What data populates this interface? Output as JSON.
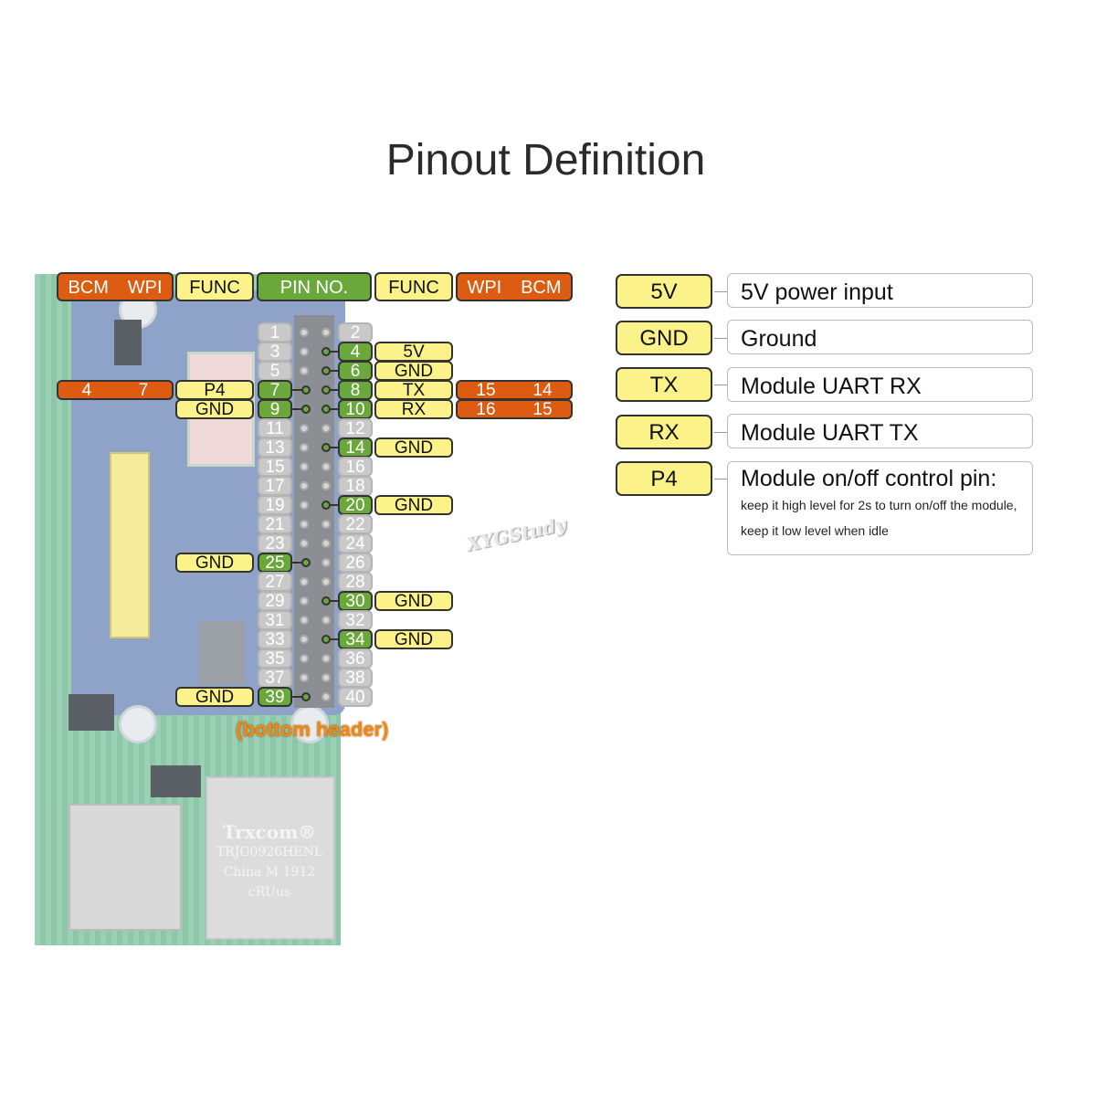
{
  "title": "Pinout Definition",
  "colors": {
    "func": "#fbf38a",
    "pin_active": "#6aa83c",
    "gpio_num": "#dd5c12",
    "pin_inactive": "#c9c9c9"
  },
  "headers": {
    "left_gpio": [
      "BCM",
      "WPI"
    ],
    "left_func": "FUNC",
    "pin_no": "PIN NO.",
    "right_func": "FUNC",
    "right_gpio": [
      "WPI",
      "BCM"
    ]
  },
  "pins": [
    {
      "n": "1",
      "active": false
    },
    {
      "n": "2",
      "active": false
    },
    {
      "n": "3",
      "active": false
    },
    {
      "n": "4",
      "active": true,
      "func": "5V"
    },
    {
      "n": "5",
      "active": false
    },
    {
      "n": "6",
      "active": true,
      "func": "GND"
    },
    {
      "n": "7",
      "active": true,
      "func": "P4",
      "bcm": "4",
      "wpi": "7"
    },
    {
      "n": "8",
      "active": true,
      "func": "TX",
      "wpi": "15",
      "bcm": "14"
    },
    {
      "n": "9",
      "active": true,
      "func": "GND"
    },
    {
      "n": "10",
      "active": true,
      "func": "RX",
      "wpi": "16",
      "bcm": "15"
    },
    {
      "n": "11",
      "active": false
    },
    {
      "n": "12",
      "active": false
    },
    {
      "n": "13",
      "active": false
    },
    {
      "n": "14",
      "active": true,
      "func": "GND"
    },
    {
      "n": "15",
      "active": false
    },
    {
      "n": "16",
      "active": false
    },
    {
      "n": "17",
      "active": false
    },
    {
      "n": "18",
      "active": false
    },
    {
      "n": "19",
      "active": false
    },
    {
      "n": "20",
      "active": true,
      "func": "GND"
    },
    {
      "n": "21",
      "active": false
    },
    {
      "n": "22",
      "active": false
    },
    {
      "n": "23",
      "active": false
    },
    {
      "n": "24",
      "active": false
    },
    {
      "n": "25",
      "active": true,
      "func": "GND"
    },
    {
      "n": "26",
      "active": false
    },
    {
      "n": "27",
      "active": false
    },
    {
      "n": "28",
      "active": false
    },
    {
      "n": "29",
      "active": false
    },
    {
      "n": "30",
      "active": true,
      "func": "GND"
    },
    {
      "n": "31",
      "active": false
    },
    {
      "n": "32",
      "active": false
    },
    {
      "n": "33",
      "active": false
    },
    {
      "n": "34",
      "active": true,
      "func": "GND"
    },
    {
      "n": "35",
      "active": false
    },
    {
      "n": "36",
      "active": false
    },
    {
      "n": "37",
      "active": false
    },
    {
      "n": "38",
      "active": false
    },
    {
      "n": "39",
      "active": true,
      "func": "GND"
    },
    {
      "n": "40",
      "active": false
    }
  ],
  "bottom_note": "(bottom header)",
  "watermark": "XYGStudy",
  "board_text": {
    "eth_brand": "Trxcom®",
    "eth_model": "TRJG0926HENL",
    "eth_origin": "China M 1912",
    "eth_cert": "cRUus"
  },
  "legend": [
    {
      "key": "5V",
      "desc": "5V power input"
    },
    {
      "key": "GND",
      "desc": "Ground"
    },
    {
      "key": "TX",
      "desc": "Module UART RX"
    },
    {
      "key": "RX",
      "desc": "Module UART TX"
    },
    {
      "key": "P4",
      "desc": "Module on/off control pin:",
      "notes": [
        "keep it high level for 2s to turn on/off the module,",
        "keep it  low level when idle"
      ]
    }
  ]
}
